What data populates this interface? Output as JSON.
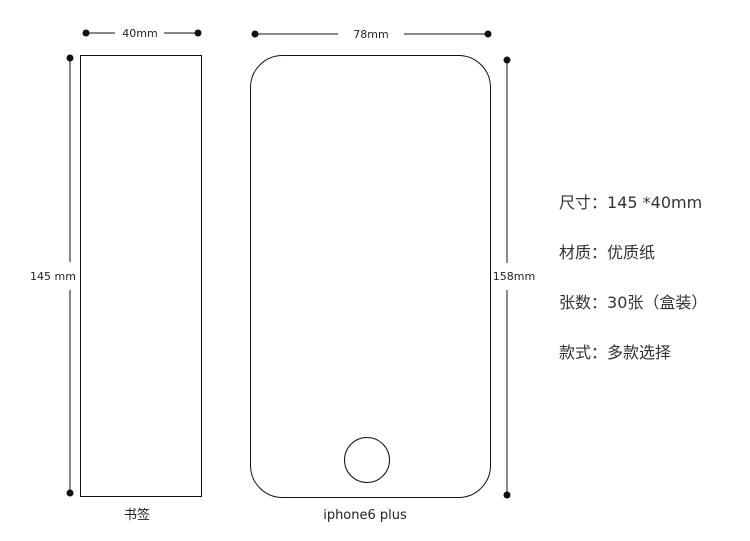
{
  "bookmark": {
    "width_label": "40mm",
    "height_label": "145 mm",
    "caption": "书签"
  },
  "phone": {
    "width_label": "78mm",
    "height_label": "158mm",
    "caption": "iphone6 plus"
  },
  "specs": [
    {
      "label": "尺寸：",
      "value": "145 *40mm"
    },
    {
      "label": "材质：",
      "value": "优质纸"
    },
    {
      "label": "张数：",
      "value": "30张（盒装）"
    },
    {
      "label": "款式：",
      "value": "多款选择"
    }
  ]
}
